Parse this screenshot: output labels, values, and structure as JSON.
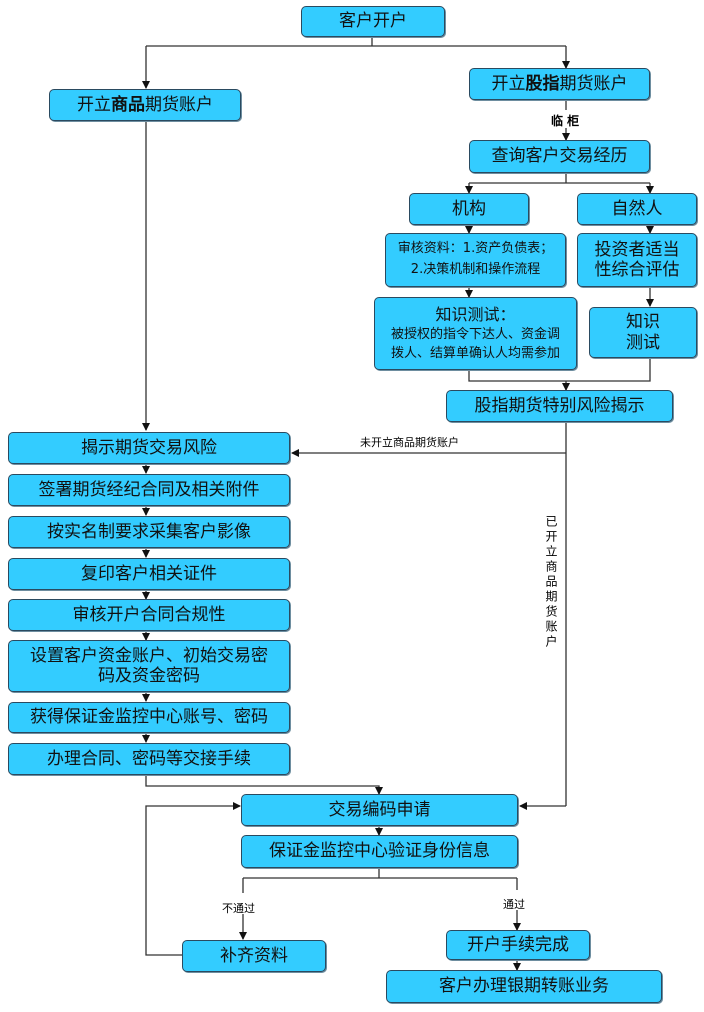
{
  "nodes": {
    "client_open": "客户开户",
    "commodity_account": {
      "pre": "开立",
      "bold": "商品",
      "post": "期货账户"
    },
    "index_account": {
      "pre": "开立",
      "bold": "股指",
      "post": "期货账户"
    },
    "query_experience": "查询客户交易经历",
    "institution": "机构",
    "natural_person": "自然人",
    "review_docs_line1": "审核资料：1.资产负债表；",
    "review_docs_line2": "2.决策机制和操作流程",
    "knowledge_test_inst_title": "知识测试：",
    "knowledge_test_inst_line1": "被授权的指令下达人、资金调",
    "knowledge_test_inst_line2": "拨人、结算单确认人均需参加",
    "suitability_line1": "投资者适当",
    "suitability_line2": "性综合评估",
    "knowledge_test_np_line1": "知识",
    "knowledge_test_np_line2": "测试",
    "index_risk_disclosure": "股指期货特别风险揭示",
    "futures_risk": "揭示期货交易风险",
    "sign_contract": "签署期货经纪合同及相关附件",
    "collect_images": "按实名制要求采集客户影像",
    "copy_id": "复印客户相关证件",
    "review_compliance": "审核开户合同合规性",
    "set_accounts_line1": "设置客户资金账户、初始交易密",
    "set_accounts_line2": "码及资金密码",
    "get_margin_account": "获得保证金监控中心账号、密码",
    "handover": "办理合同、密码等交接手续",
    "trading_code": "交易编码申请",
    "verify_identity": "保证金监控中心验证身份信息",
    "supplement": "补齐资料",
    "complete": "开户手续完成",
    "bank_transfer": "客户办理银期转账业务"
  },
  "labels": {
    "on_site": "临 柜",
    "no_commodity": "未开立商品期货账户",
    "has_commodity": "已开立商品期货账户",
    "fail": "不通过",
    "pass": "通过"
  },
  "colors": {
    "box_fill": "#33ccff",
    "box_border": "#2a4a60",
    "line": "#333333"
  }
}
